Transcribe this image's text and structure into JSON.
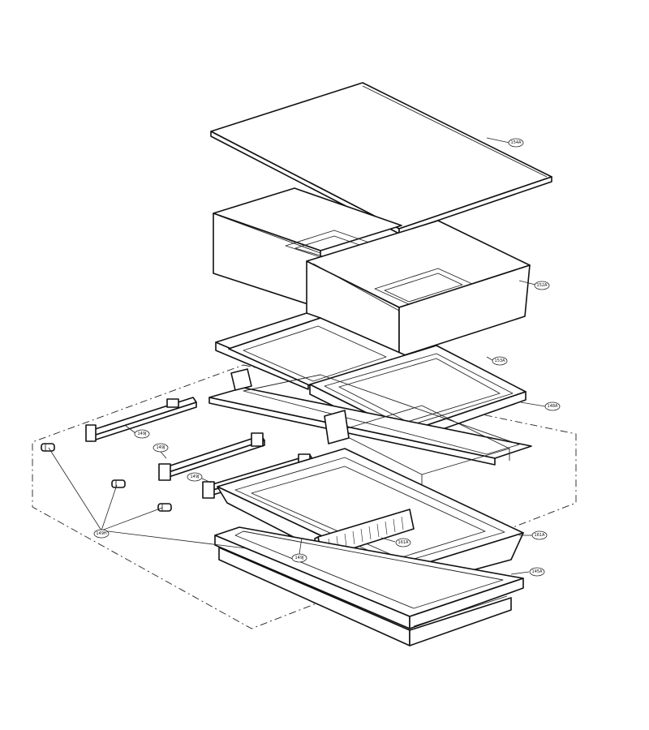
{
  "callouts": [
    {
      "id": "glass-shelf",
      "label": "154A"
    },
    {
      "id": "crisper-drawer",
      "label": "152A"
    },
    {
      "id": "drawer-cover",
      "label": "153A"
    },
    {
      "id": "cover-frame",
      "label": "148A"
    },
    {
      "id": "rail-upper-left",
      "label": "149J"
    },
    {
      "id": "rail-mid-left",
      "label": "149J"
    },
    {
      "id": "rail-left",
      "label": "149J"
    },
    {
      "id": "rail-front",
      "label": "149J"
    },
    {
      "id": "roller",
      "label": "149H"
    },
    {
      "id": "divider",
      "label": "161A"
    },
    {
      "id": "pan-drawer",
      "label": "161A"
    },
    {
      "id": "pan-frame",
      "label": "145A"
    }
  ]
}
